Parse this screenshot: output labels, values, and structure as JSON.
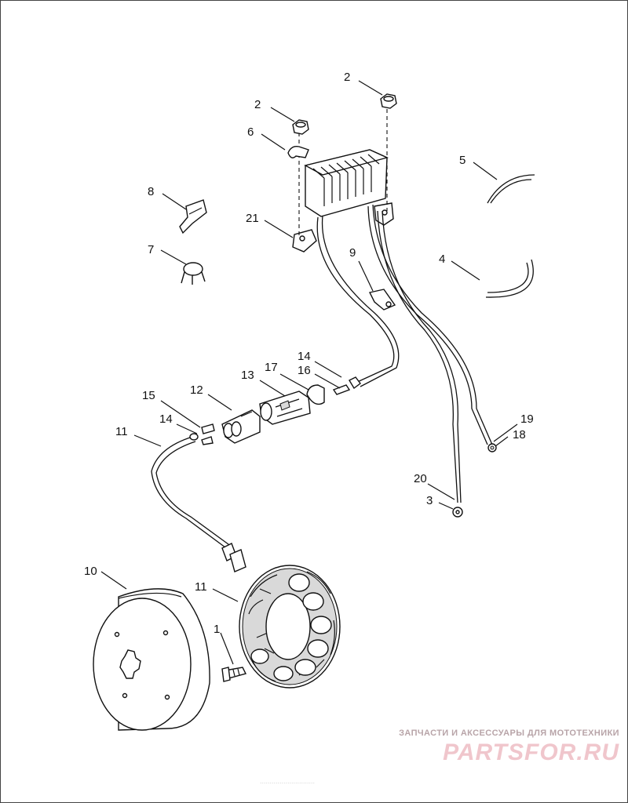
{
  "diagram": {
    "callouts": [
      {
        "id": "c1",
        "text": "1"
      },
      {
        "id": "c2a",
        "text": "2"
      },
      {
        "id": "c2b",
        "text": "2"
      },
      {
        "id": "c3",
        "text": "3"
      },
      {
        "id": "c4",
        "text": "4"
      },
      {
        "id": "c5",
        "text": "5"
      },
      {
        "id": "c6",
        "text": "6"
      },
      {
        "id": "c7",
        "text": "7"
      },
      {
        "id": "c8",
        "text": "8"
      },
      {
        "id": "c9",
        "text": "9"
      },
      {
        "id": "c10",
        "text": "10"
      },
      {
        "id": "c11a",
        "text": "11"
      },
      {
        "id": "c11b",
        "text": "11"
      },
      {
        "id": "c12",
        "text": "12"
      },
      {
        "id": "c13",
        "text": "13"
      },
      {
        "id": "c14a",
        "text": "14"
      },
      {
        "id": "c14b",
        "text": "14"
      },
      {
        "id": "c15",
        "text": "15"
      },
      {
        "id": "c16",
        "text": "16"
      },
      {
        "id": "c17",
        "text": "17"
      },
      {
        "id": "c18",
        "text": "18"
      },
      {
        "id": "c19",
        "text": "19"
      },
      {
        "id": "c20",
        "text": "20"
      },
      {
        "id": "c21",
        "text": "21"
      }
    ]
  },
  "watermark": {
    "tagline": "ЗАПЧАСТИ И АКСЕССУАРЫ ДЛЯ МОТОТЕХНИКИ",
    "brand": "PARTSFOR.RU",
    "brand_color": "#f0c6cc"
  },
  "footer_code": "............................"
}
